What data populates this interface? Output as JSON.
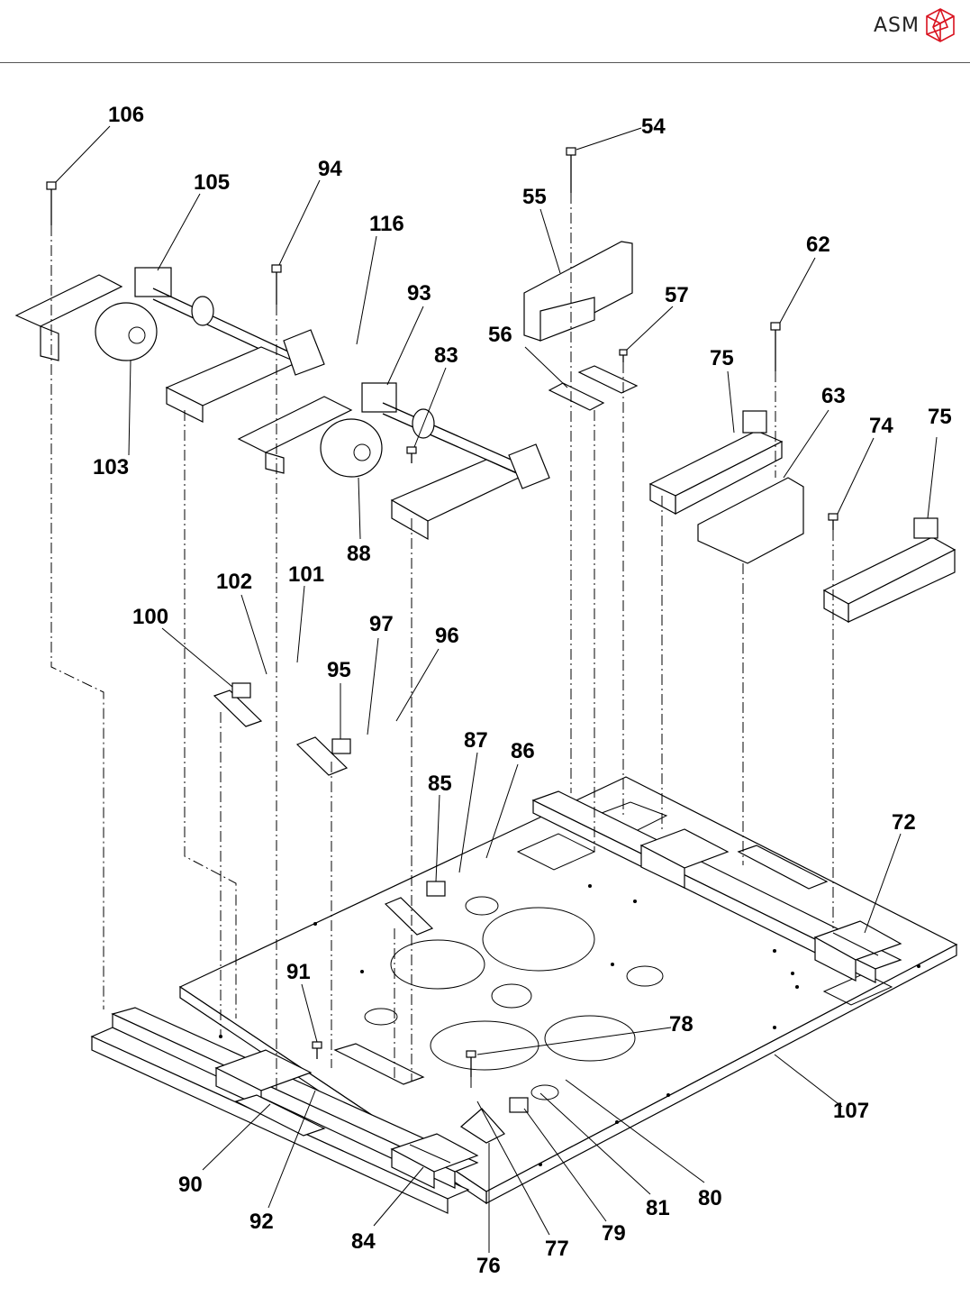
{
  "header": {
    "brand": "ASM",
    "brand_color": "#d9121f",
    "logo_icon": "asm-cube-logo"
  },
  "callouts": [
    {
      "id": "106",
      "text": "106"
    },
    {
      "id": "105",
      "text": "105"
    },
    {
      "id": "94",
      "text": "94"
    },
    {
      "id": "116",
      "text": "116"
    },
    {
      "id": "93",
      "text": "93"
    },
    {
      "id": "83",
      "text": "83"
    },
    {
      "id": "103",
      "text": "103"
    },
    {
      "id": "88",
      "text": "88"
    },
    {
      "id": "54",
      "text": "54"
    },
    {
      "id": "55",
      "text": "55"
    },
    {
      "id": "57",
      "text": "57"
    },
    {
      "id": "56",
      "text": "56"
    },
    {
      "id": "62",
      "text": "62"
    },
    {
      "id": "75a",
      "text": "75"
    },
    {
      "id": "63",
      "text": "63"
    },
    {
      "id": "74",
      "text": "74"
    },
    {
      "id": "75b",
      "text": "75"
    },
    {
      "id": "102",
      "text": "102"
    },
    {
      "id": "101",
      "text": "101"
    },
    {
      "id": "100",
      "text": "100"
    },
    {
      "id": "97",
      "text": "97"
    },
    {
      "id": "96",
      "text": "96"
    },
    {
      "id": "95",
      "text": "95"
    },
    {
      "id": "87",
      "text": "87"
    },
    {
      "id": "86",
      "text": "86"
    },
    {
      "id": "85",
      "text": "85"
    },
    {
      "id": "72",
      "text": "72"
    },
    {
      "id": "91",
      "text": "91"
    },
    {
      "id": "78",
      "text": "78"
    },
    {
      "id": "107",
      "text": "107"
    },
    {
      "id": "90",
      "text": "90"
    },
    {
      "id": "92",
      "text": "92"
    },
    {
      "id": "84",
      "text": "84"
    },
    {
      "id": "76",
      "text": "76"
    },
    {
      "id": "77",
      "text": "77"
    },
    {
      "id": "79",
      "text": "79"
    },
    {
      "id": "81",
      "text": "81"
    },
    {
      "id": "80",
      "text": "80"
    }
  ]
}
